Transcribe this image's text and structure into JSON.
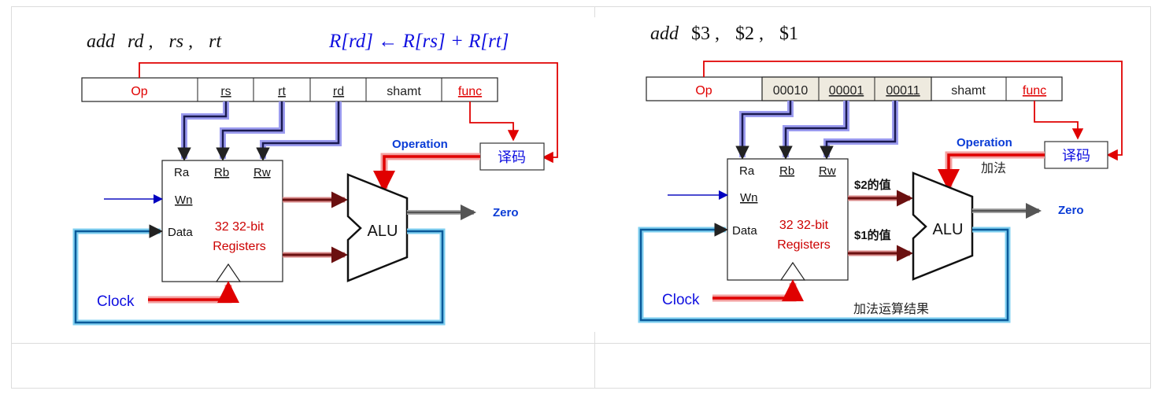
{
  "left": {
    "instr": "add rd , rs , rt",
    "instr_parts": [
      "add",
      "rd",
      ",",
      "rs",
      ",",
      "rt"
    ],
    "formula": "R[rd] ← R[rs] + R[rt]",
    "fields": [
      "Op",
      "rs",
      "rt",
      "rd",
      "shamt",
      "func"
    ],
    "decoder": "译码",
    "operation": "Operation",
    "ra": "Ra",
    "rb": "Rb",
    "rw": "Rw",
    "wn": "Wn",
    "data": "Data",
    "reg_line1": "32 32-bit",
    "reg_line2": "Registers",
    "alu": "ALU",
    "zero": "Zero",
    "clock": "Clock"
  },
  "right": {
    "instr_parts": [
      "add",
      "$3",
      ",",
      "$2",
      ",",
      "$1"
    ],
    "fields": [
      "Op",
      "00010",
      "00001",
      "00011",
      "shamt",
      "func"
    ],
    "decoder": "译码",
    "operation": "Operation",
    "op_label": "加法",
    "ra": "Ra",
    "rb": "Rb",
    "rw": "Rw",
    "wn": "Wn",
    "data": "Data",
    "reg_line1": "32 32-bit",
    "reg_line2": "Registers",
    "val1": "$2的值",
    "val2": "$1的值",
    "alu": "ALU",
    "zero": "Zero",
    "clock": "Clock",
    "result": "加法运算结果"
  },
  "colors": {
    "red": "#e00000",
    "blue": "#0000e0",
    "darkred": "#8b1a1a",
    "cyan": "#5ab4e6",
    "purple": "#8c8ce6"
  }
}
